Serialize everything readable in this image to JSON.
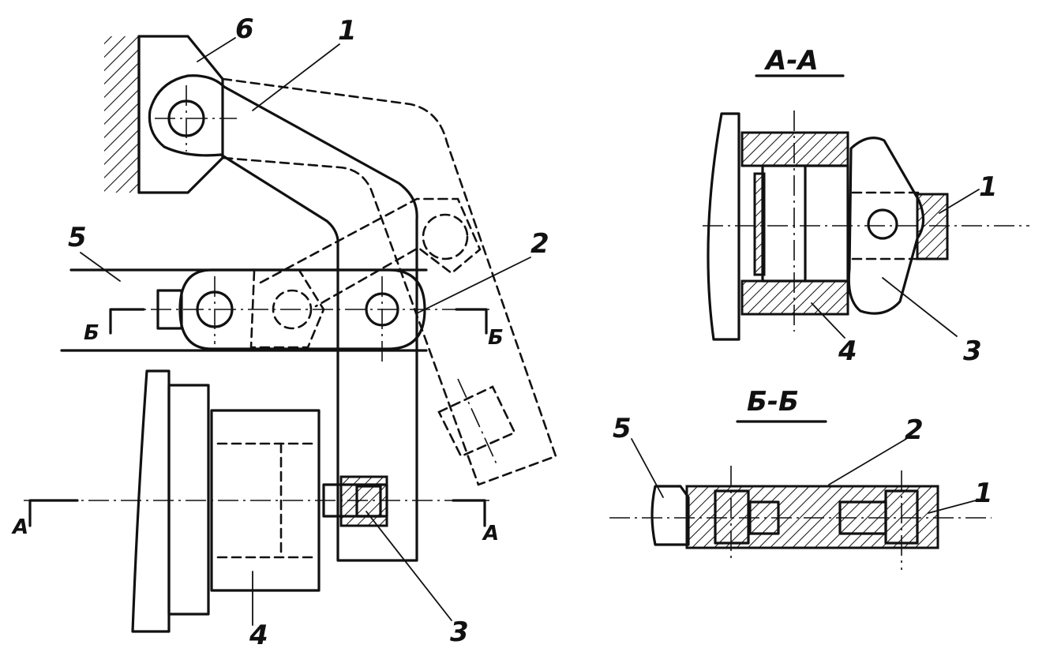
{
  "main_view": {
    "callouts": {
      "part_1": "1",
      "part_2": "2",
      "part_3": "3",
      "part_4": "4",
      "part_5": "5",
      "part_6": "6"
    },
    "cut_marks": {
      "section_a": "А",
      "section_b": "Б"
    }
  },
  "section_aa": {
    "title": "А-А",
    "callouts": {
      "part_1": "1",
      "part_3": "3",
      "part_4": "4"
    }
  },
  "section_bb": {
    "title": "Б-Б",
    "callouts": {
      "part_5": "5",
      "part_2": "2",
      "part_1": "1"
    }
  }
}
